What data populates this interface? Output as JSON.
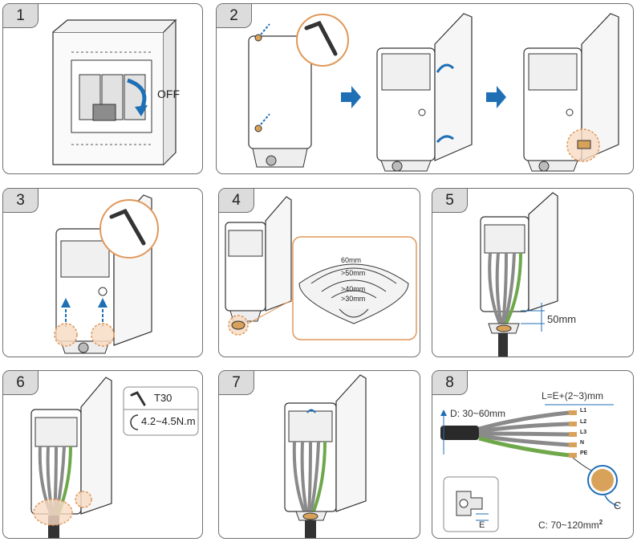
{
  "steps": [
    {
      "number": "1",
      "label": "OFF"
    },
    {
      "number": "2"
    },
    {
      "number": "3"
    },
    {
      "number": "4",
      "sizes": [
        "60mm",
        ">50mm",
        ">40mm",
        ">30mm"
      ]
    },
    {
      "number": "5",
      "dimension": "50mm"
    },
    {
      "number": "6",
      "tool": "T30",
      "torque": "4.2~4.5N.m"
    },
    {
      "number": "7"
    },
    {
      "number": "8",
      "length": "L=E+(2~3)mm",
      "diameter": "D: 30~60mm",
      "conductors": [
        "L1",
        "L2",
        "L3",
        "N",
        "PE"
      ],
      "lug_label": "C",
      "lug_cross_section": "C: 70~120mm",
      "lug_exponent": "2",
      "strip_label": "E"
    }
  ],
  "colors": {
    "callout_fill": "#f7dcc4",
    "callout_stroke": "#e0985a",
    "accent_blue": "#1f6fb5",
    "copper": "#d9a25b",
    "wire_grey": "#8a8a8a",
    "wire_pe": "#6fa84a",
    "outline": "#333333"
  }
}
